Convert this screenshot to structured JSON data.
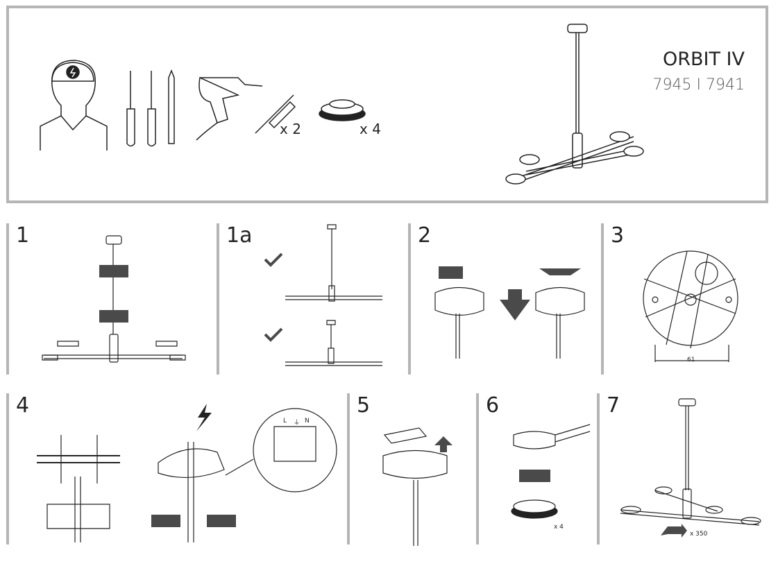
{
  "product": {
    "name": "ORBIT IV",
    "codes": "7945 I 7941"
  },
  "tools": {
    "anchor_qty": "x 2",
    "cap_qty": "x 4"
  },
  "steps": [
    {
      "label": "1"
    },
    {
      "label": "1a"
    },
    {
      "label": "2"
    },
    {
      "label": "3",
      "dimension": "61"
    },
    {
      "label": "4",
      "terminals": {
        "l": "L",
        "earth": "⏚",
        "n": "N"
      }
    },
    {
      "label": "5"
    },
    {
      "label": "6",
      "qty": "x 4"
    },
    {
      "label": "7",
      "qty": "x 350"
    }
  ],
  "colors": {
    "frame": "#b5b5b5",
    "icon": "#4a4a4a"
  }
}
